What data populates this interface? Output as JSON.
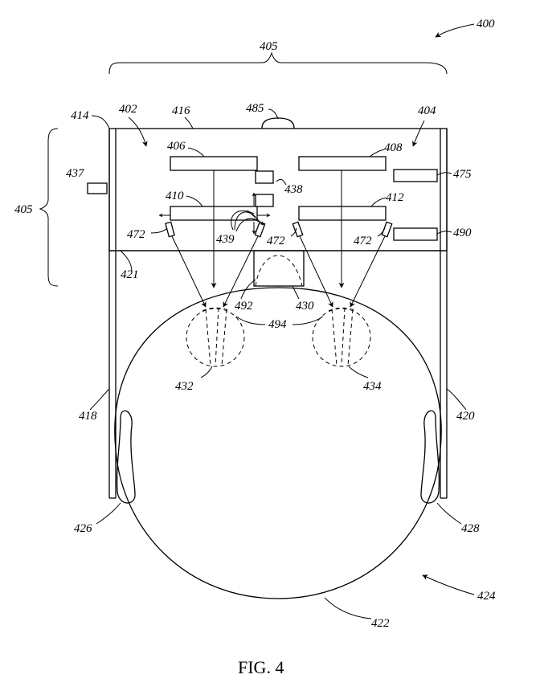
{
  "figure": {
    "caption": "FIG. 4"
  },
  "labels": {
    "l400": "400",
    "l405_top": "405",
    "l405_left": "405",
    "l402": "402",
    "l404": "404",
    "l406": "406",
    "l408": "408",
    "l410": "410",
    "l412": "412",
    "l414": "414",
    "l416": "416",
    "l418": "418",
    "l420": "420",
    "l421": "421",
    "l422": "422",
    "l424": "424",
    "l426": "426",
    "l428": "428",
    "l430": "430",
    "l432": "432",
    "l434": "434",
    "l437": "437",
    "l438": "438",
    "l439": "439",
    "l472_a": "472",
    "l472_b": "472",
    "l472_c": "472",
    "l475": "475",
    "l485": "485",
    "l490": "490",
    "l492": "492",
    "l494": "494"
  }
}
